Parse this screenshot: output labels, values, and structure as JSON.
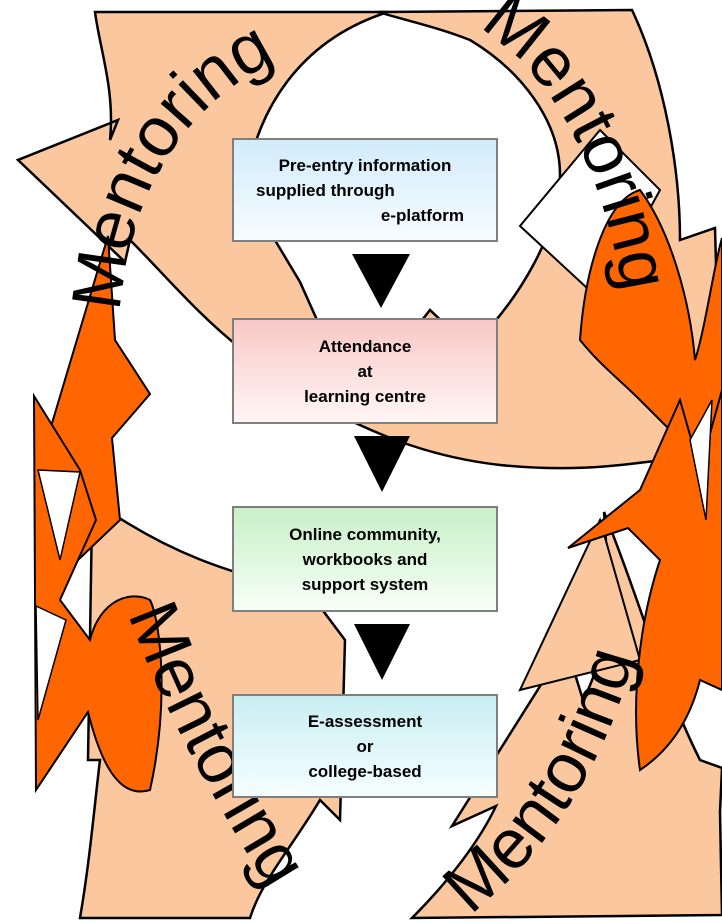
{
  "colors": {
    "arrow_fill": "#fbc79f",
    "flame_fill": "#ff6600",
    "outline": "#000000",
    "step_arrow": "#000000"
  },
  "mentoring": {
    "top_left": "Mentoring",
    "top_right": "Mentoring",
    "bottom_left": "Mentoring",
    "bottom_right": "Mentoring"
  },
  "steps": [
    {
      "lines": [
        "Pre-entry information",
        "supplied through",
        "e-platform"
      ]
    },
    {
      "lines": [
        "Attendance",
        "at",
        "learning centre"
      ]
    },
    {
      "lines": [
        "Online community,",
        "workbooks and",
        "support system"
      ]
    },
    {
      "lines": [
        "E-assessment",
        "or",
        "college-based"
      ]
    }
  ]
}
